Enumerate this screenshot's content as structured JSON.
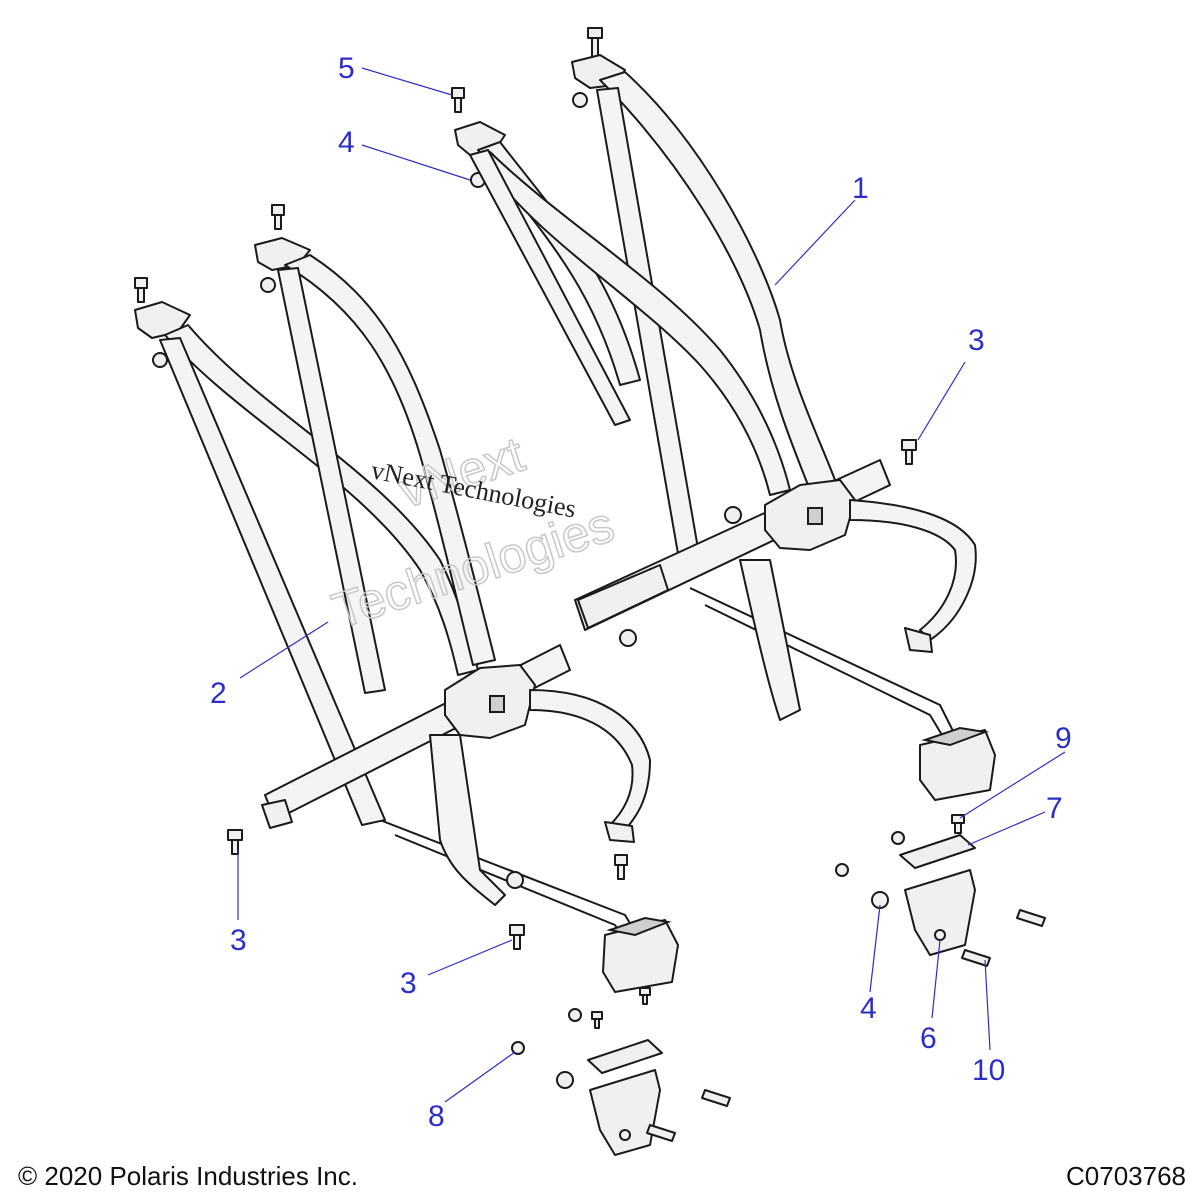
{
  "callouts": {
    "c1": "1",
    "c2": "2",
    "c3a": "3",
    "c3b": "3",
    "c3c": "3",
    "c4a": "4",
    "c4b": "4",
    "c5": "5",
    "c6": "6",
    "c7": "7",
    "c8": "8",
    "c9": "9",
    "c10": "10"
  },
  "watermark": {
    "line1": "vNext Technologies",
    "line2a": "vNext",
    "line2b": "Technologies"
  },
  "footer": {
    "copyright": "© 2020 Polaris Industries Inc.",
    "figure_code": "C0703768"
  },
  "colors": {
    "callout": "#2d2dc8",
    "line_art": "#1a1a1a",
    "belt_fill": "#f4f4f4"
  }
}
